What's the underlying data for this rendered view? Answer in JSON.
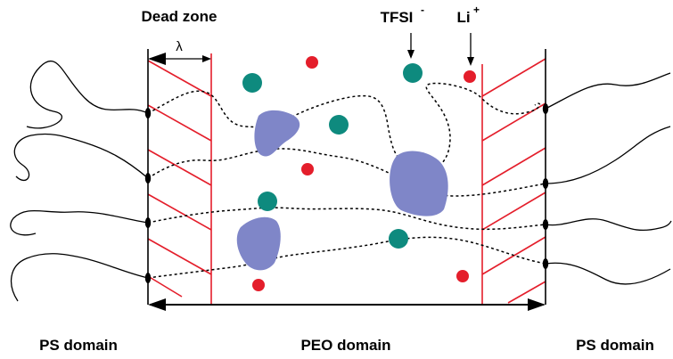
{
  "labels": {
    "dead_zone": "Dead zone",
    "lambda": "λ",
    "tfsi": "TFSI",
    "tfsi_charge": "-",
    "li": "Li",
    "li_charge": "+",
    "ps_domain_left": "PS domain",
    "peo_domain": "PEO domain",
    "ps_domain_right": "PS domain"
  },
  "colors": {
    "dead_zone_hatch": "#e41e2b",
    "tfsi_ion": "#0e8a7e",
    "li_ion": "#e41e2b",
    "cluster": "#7f86c8",
    "line": "#000000"
  }
}
